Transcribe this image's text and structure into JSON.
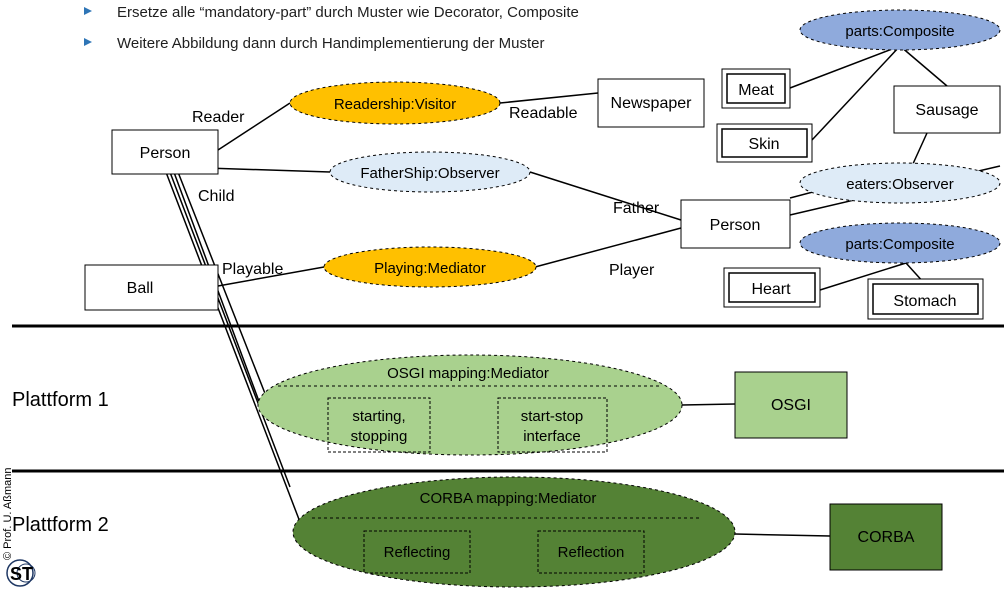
{
  "bullets": [
    "Ersetze alle “mandatory-part” durch Muster wie Decorator, Composite",
    "Weitere Abbildung dann durch Handimplementierung der Muster"
  ],
  "boxes": {
    "person_left": "Person",
    "ball": "Ball",
    "newspaper": "Newspaper",
    "meat": "Meat",
    "skin": "Skin",
    "sausage": "Sausage",
    "person_right": "Person",
    "heart": "Heart",
    "stomach": "Stomach",
    "osgi": "OSGI",
    "corba": "CORBA"
  },
  "ellipses": {
    "readership": "Readership:Visitor",
    "fathership": "FatherShip:Observer",
    "playing": "Playing:Mediator",
    "parts_top": "parts:Composite",
    "eaters": "eaters:Observer",
    "parts_bottom": "parts:Composite",
    "osgi_mapping": "OSGI mapping:Mediator",
    "corba_mapping": "CORBA mapping:Mediator"
  },
  "role_labels": {
    "reader": "Reader",
    "readable": "Readable",
    "child": "Child",
    "father": "Father",
    "playable": "Playable",
    "player": "Player"
  },
  "inner_boxes": {
    "starting": [
      "starting,",
      "stopping"
    ],
    "start_stop": [
      "start-stop",
      "interface"
    ],
    "reflecting": "Reflecting",
    "reflection": "Reflection"
  },
  "platforms": {
    "p1": "Plattform 1",
    "p2": "Plattform 2"
  },
  "footer": {
    "copyright": "© Prof. U. Aßmann",
    "logo": "ST"
  },
  "colors": {
    "orange": "#ffc000",
    "light_blue": "#deebf7",
    "mid_blue": "#8faadc",
    "light_green": "#a9d18e",
    "dark_green": "#548235",
    "bullet": "#2e75b6"
  }
}
